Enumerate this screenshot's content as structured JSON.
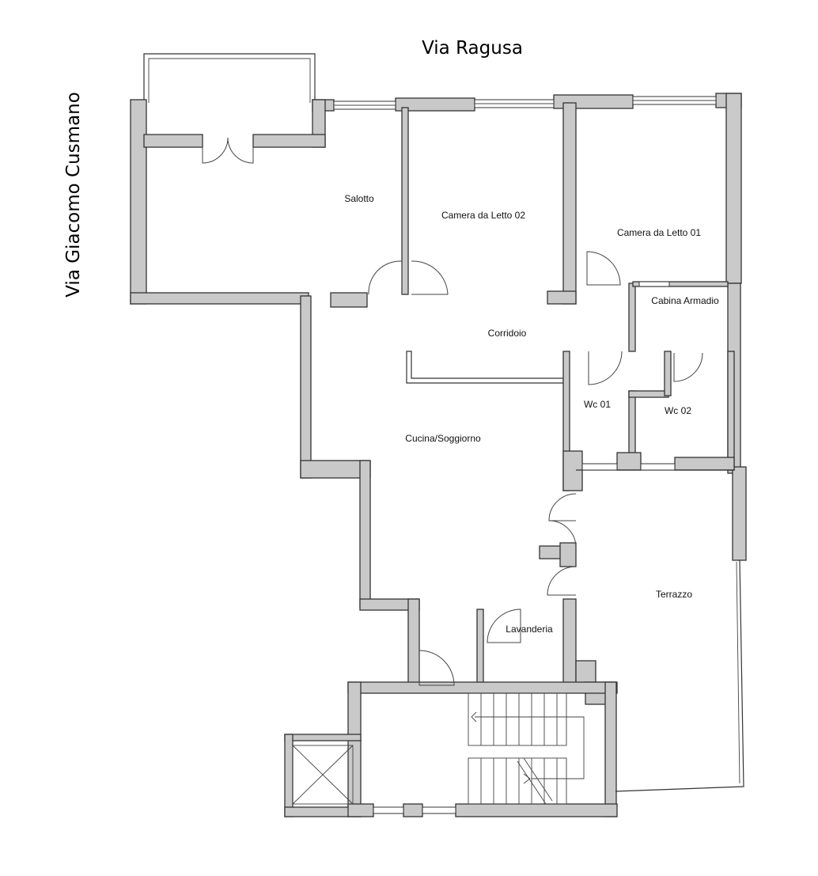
{
  "streets": {
    "top": "Via Ragusa",
    "left": "Via Giacomo Cusmano"
  },
  "rooms": {
    "salotto": "Salotto",
    "camera_02": "Camera da Letto 02",
    "camera_01": "Camera da Letto 01",
    "cabina": "Cabina Armadio",
    "corridoio": "Corridoio",
    "wc_01": "Wc 01",
    "wc_02": "Wc 02",
    "cucina": "Cucina/Soggiorno",
    "terrazzo": "Terrazzo",
    "lavanderia": "Lavanderia"
  },
  "colors": {
    "wall_fill": "#c9c9c9",
    "line": "#333333",
    "background": "#ffffff"
  }
}
